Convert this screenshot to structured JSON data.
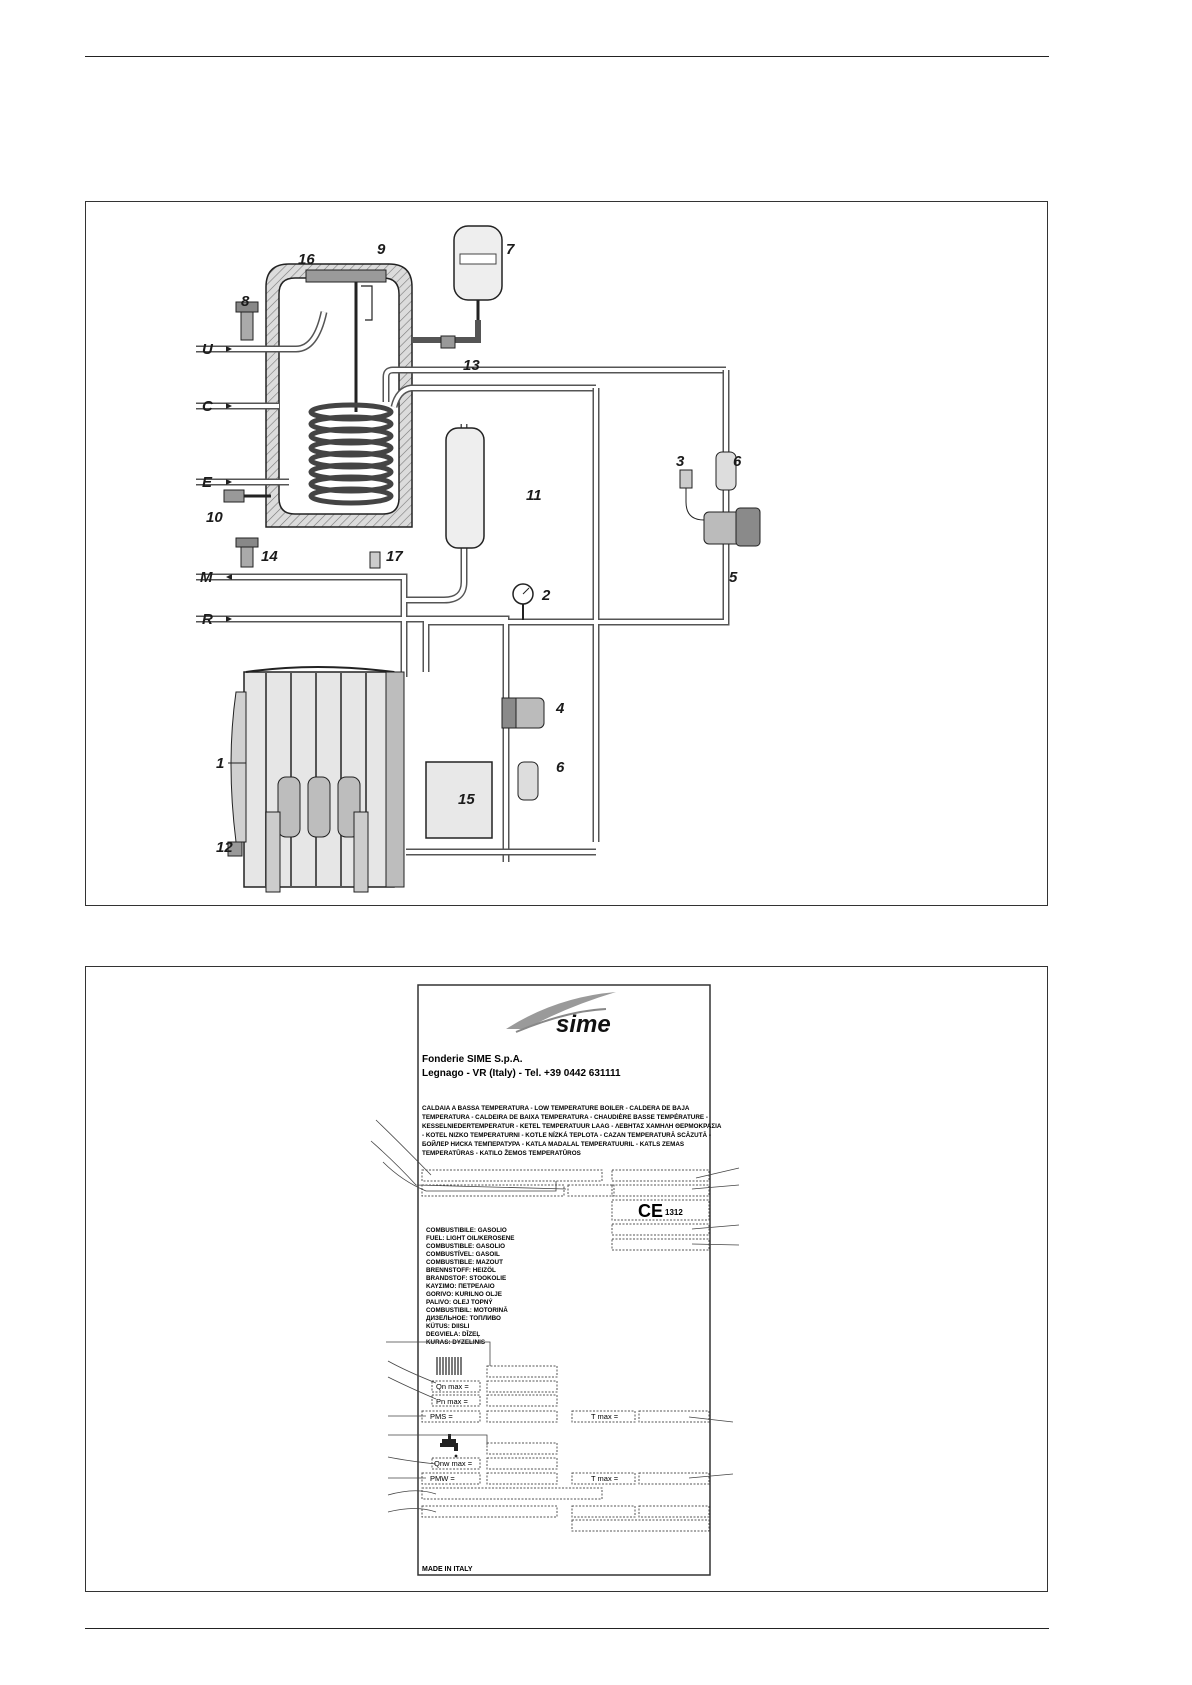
{
  "hydraulic_diagram": {
    "component_labels": [
      "1",
      "2",
      "3",
      "4",
      "5",
      "6",
      "6",
      "7",
      "8",
      "9",
      "10",
      "11",
      "12",
      "13",
      "14",
      "15",
      "16",
      "17"
    ],
    "connection_labels": {
      "u": "U",
      "c": "C",
      "e": "E",
      "m": "M",
      "r": "R"
    }
  },
  "plate": {
    "brand": "sime",
    "company": "Fonderie SIME S.p.A.",
    "address": "Legnago - VR (Italy) -  Tel. +39 0442 631111",
    "description_lines": [
      "CALDAIA A BASSA TEMPERATURA - LOW TEMPERATURE BOILER - CALDERA DE BAJA",
      "TEMPERATURA - CALDEIRA DE BAIXA TEMPERATURA - CHAUDIÈRE BASSE TEMPÉRATURE -",
      "KESSELNIEDERTEMPERATUR - KETEL TEMPERATUUR LAAG - ΛΕΒΗΤΑΣ ΧΑΜΗΛΗ ΘΕΡΜΟΚΡΑΣΙΑ",
      "- KOTEL NIZKO TEMPERATURNI - KOTLE NÍZKÁ TEPLOTA - CAZAN TEMPERATURĂ SCĂZUTĂ -",
      "БОЙЛЕР НИСКА ТЕМПЕРАТУРА - KATLA MADALAL TEMPERATUURIL - KATLS ZEMAS",
      "TEMPERATŪRAS - KATILO ŽEMOS TEMPERATŪROS"
    ],
    "ce_mark": "CE",
    "ce_number": "1312",
    "fuel_lines": [
      "COMBUSTIBILE: GASOLIO",
      "FUEL: LIGHT OIL/KEROSENE",
      "COMBUSTIBLE: GASOLIO",
      "COMBUSTÍVEL: GASOIL",
      "COMBUSTIBLE: MAZOUT",
      "BRENNSTOFF: HEIZÖL",
      "BRANDSTOF: STOOKOLIE",
      "ΚΑΥΣΙΜΟ: ΠΕΤΡΕΛΑΙΟ",
      "GORIVO: KURILNO OLJE",
      "PALIVO: OLEJ TOPNÝ",
      "COMBUSTIBIL: MOTORINĂ",
      "ДИЗЕЛЬНОЕ: ТОПЛИВО",
      "KÜTUS: DIISLI",
      "DEGVIELA: DĪZEĻ",
      "KURAS: DYZELINIS"
    ],
    "qn_label": "Qn max =",
    "pn_label": "Pn max =",
    "pms_label": "PMS =",
    "tmax_heating_label": "T max =",
    "qnw_label": "Qnw max =",
    "pmw_label": "PMW =",
    "tmax_dhw_label": "T max =",
    "made_in": "MADE IN ITALY"
  }
}
